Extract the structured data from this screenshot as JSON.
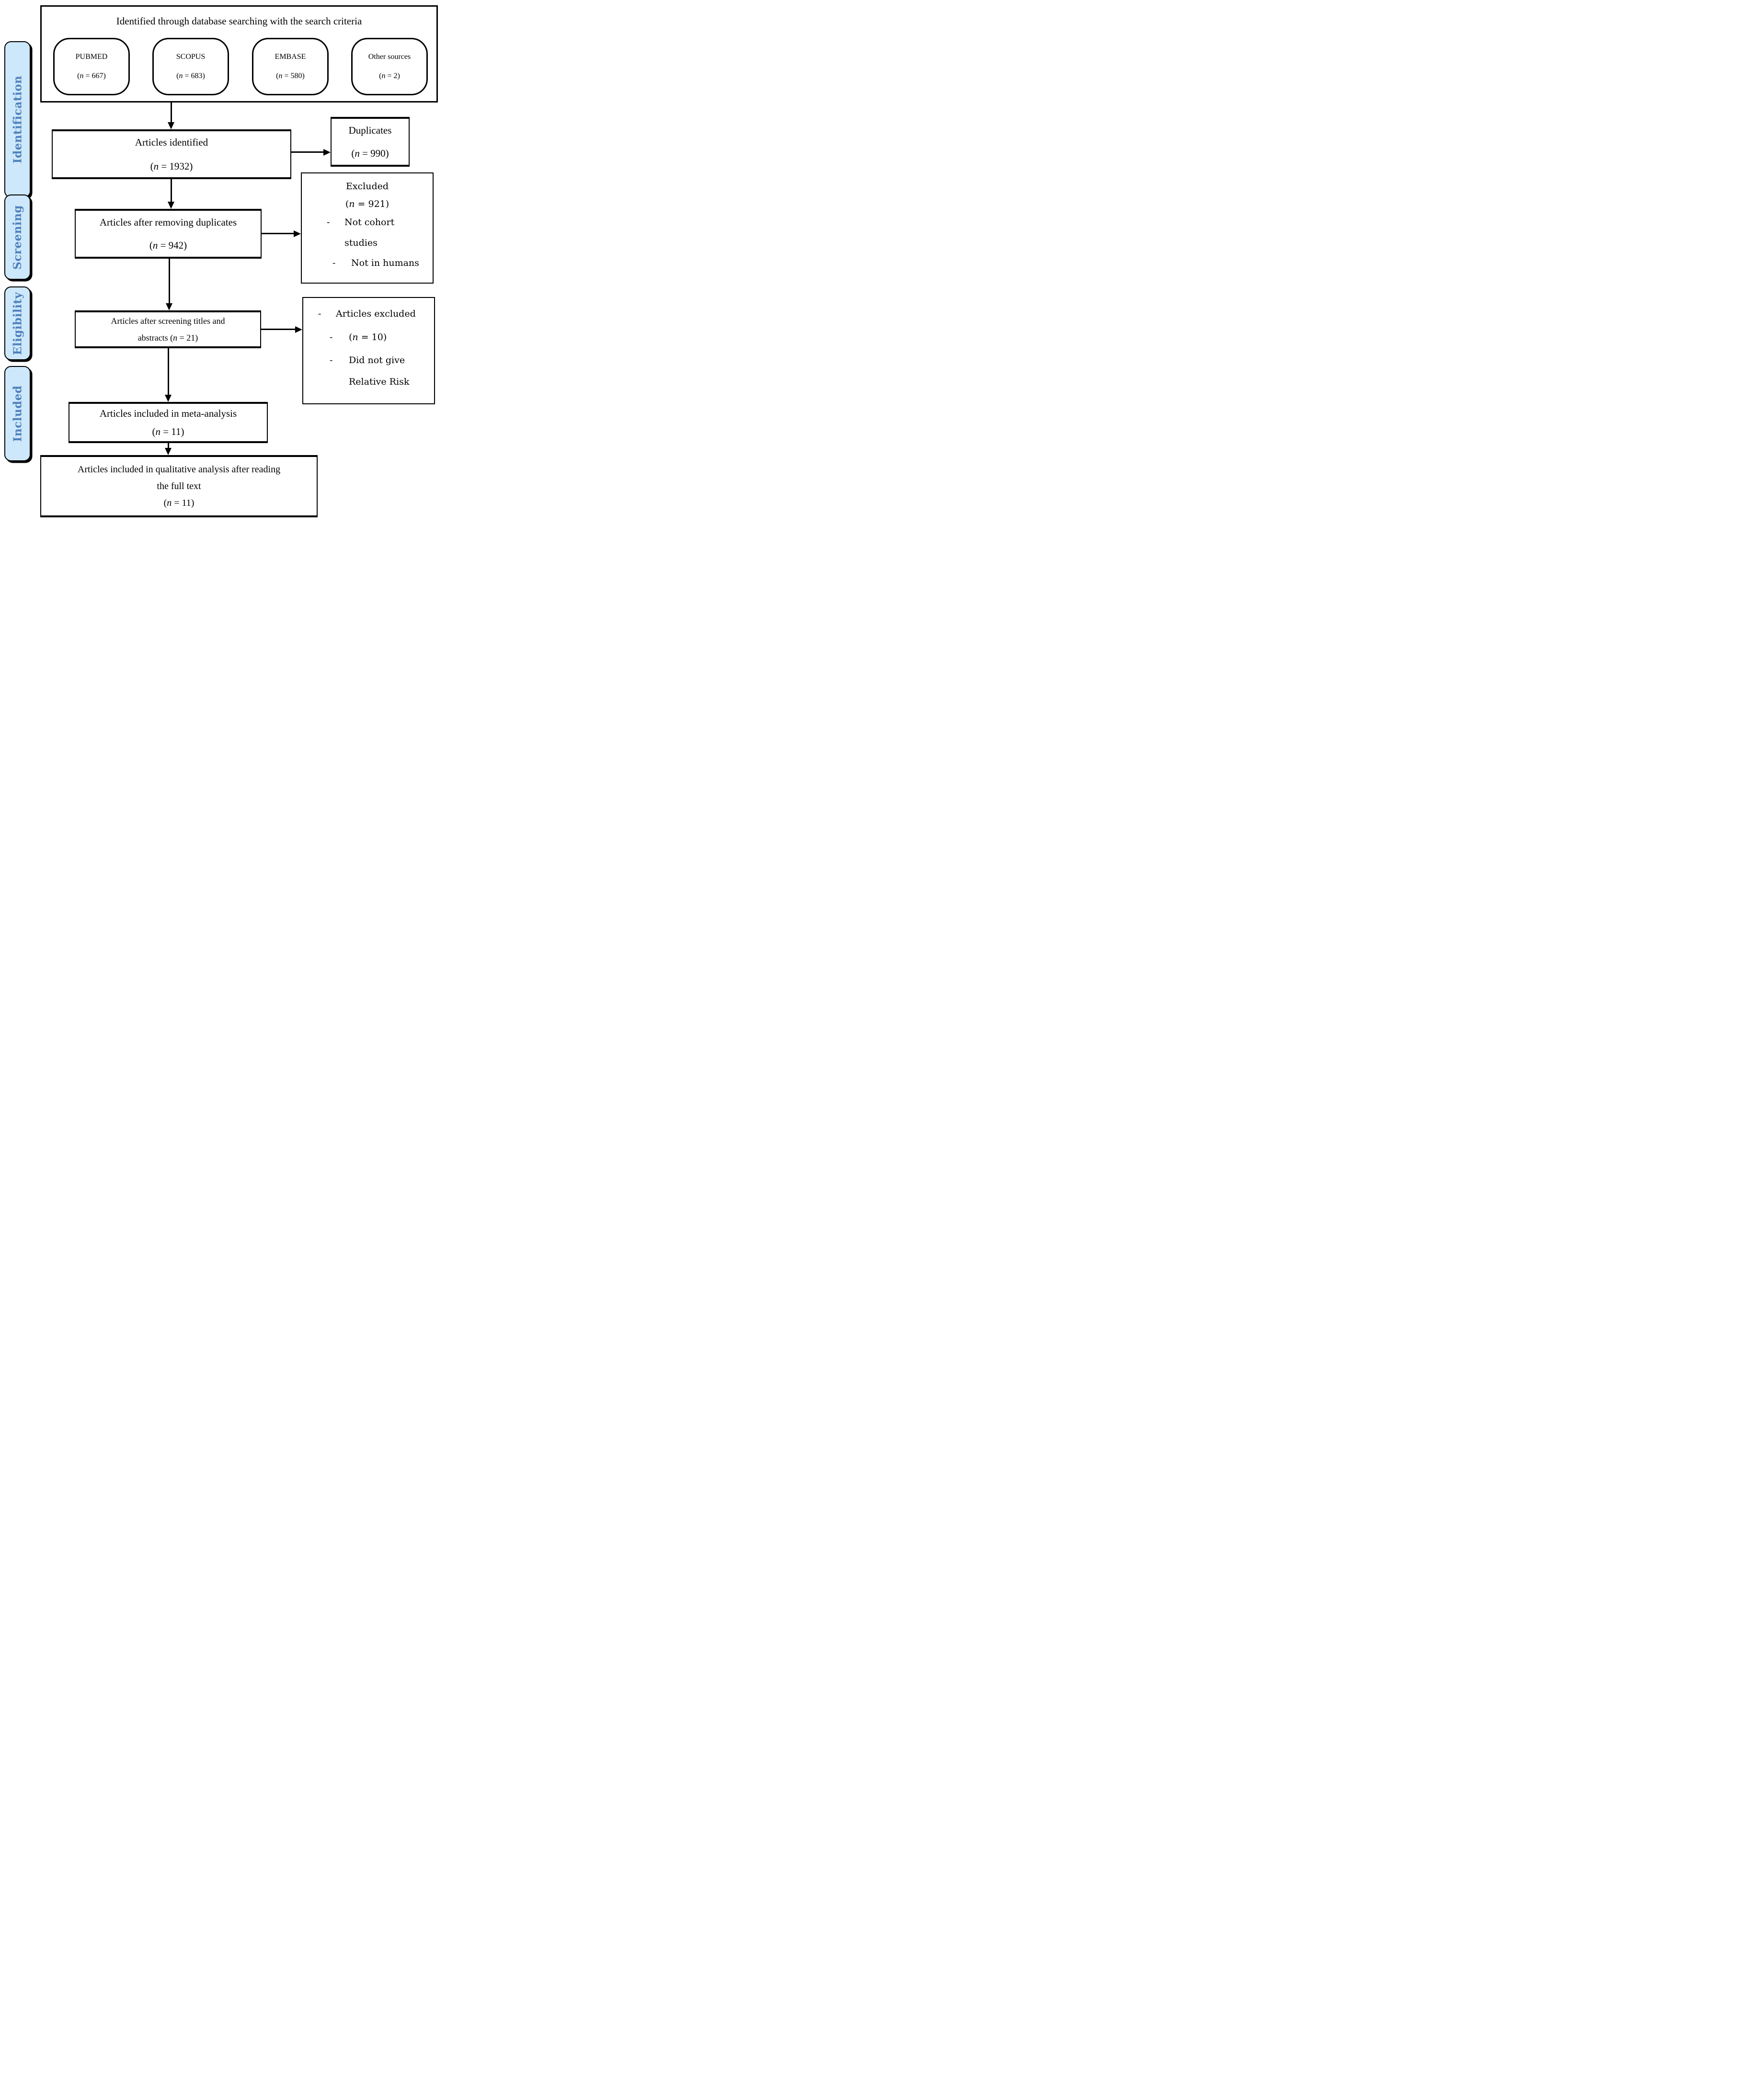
{
  "colors": {
    "sidebar_fill": "#cde8fb",
    "sidebar_text": "#4f81bd",
    "line": "#000000"
  },
  "sidebar": {
    "labels": [
      "Identification",
      "Screening",
      "Eligibility",
      "Included"
    ]
  },
  "top_box": {
    "title": "Identified through database searching with the search criteria",
    "sources": [
      {
        "name": "PUBMED",
        "n_open": "(",
        "n_var": "n",
        "n_rest": " = 667)"
      },
      {
        "name": "SCOPUS",
        "n_open": "(",
        "n_var": "n",
        "n_rest": " = 683)"
      },
      {
        "name": "EMBASE",
        "n_open": "(",
        "n_var": "n",
        "n_rest": " = 580)"
      },
      {
        "name": "Other sources",
        "n_open": "(",
        "n_var": "n",
        "n_rest": " = 2)"
      }
    ]
  },
  "boxes": {
    "identified": {
      "line1": "Articles identified",
      "n_open": "(",
      "n_var": "n",
      "n_rest": " = 1932)"
    },
    "duplicates": {
      "line1": "Duplicates",
      "n_open": "(",
      "n_var": "n",
      "n_rest": " = 990)"
    },
    "after_duplicates": {
      "line1": "Articles after removing duplicates",
      "n_open": "(",
      "n_var": "n",
      "n_rest": " = 942)"
    },
    "excluded_screening": {
      "title": "Excluded",
      "n_open": "(",
      "n_var": "n",
      "n_rest": " = 921)",
      "bullet": "-",
      "item1_line1": "Not cohort",
      "item1_line2": "studies",
      "item2": "Not in humans"
    },
    "screened": {
      "line1": "Articles after screening titles and",
      "line2_pre": "abstracts (",
      "line2_var": "n",
      "line2_rest": " = 21)"
    },
    "excluded_eligibility": {
      "bullet": "-",
      "item1": "Articles excluded",
      "item2_open": "(",
      "item2_var": "n",
      "item2_rest": " = 10)",
      "item3_line1": "Did not give",
      "item3_line2": "Relative Risk"
    },
    "meta_analysis": {
      "line1": "Articles included in meta-analysis",
      "n_open": "(",
      "n_var": "n",
      "n_rest": " = 11)"
    },
    "qualitative": {
      "line1": "Articles included in qualitative analysis after reading",
      "line2": "the full text",
      "n_open": "(",
      "n_var": "n",
      "n_rest": " = 11)"
    }
  }
}
